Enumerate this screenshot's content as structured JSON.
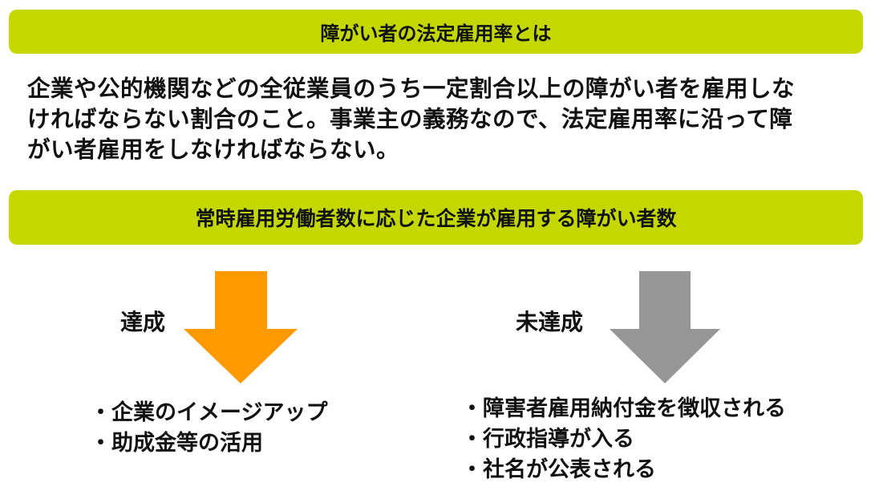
{
  "header1": "障がい者の法定雇用率とは",
  "definition_lines": [
    "企業や公的機関などの全従業員のうち一定割合以上の障がい者を雇用しな",
    "ければならない割合のこと。事業主の義務なので、法定雇用率に沿って障",
    "がい者雇用をしなければならない。"
  ],
  "header2": "常時雇用労働者数に応じた企業が雇用する障がい者数",
  "achieved": {
    "label": "達成",
    "color": "#ff9900",
    "items": [
      "・企業のイメージアップ",
      "・助成金等の活用"
    ]
  },
  "not_achieved": {
    "label": "未達成",
    "color": "#969696",
    "items": [
      "・障害者雇用納付金を徴収される",
      "・行政指導が入る",
      "・社名が公表される"
    ]
  }
}
